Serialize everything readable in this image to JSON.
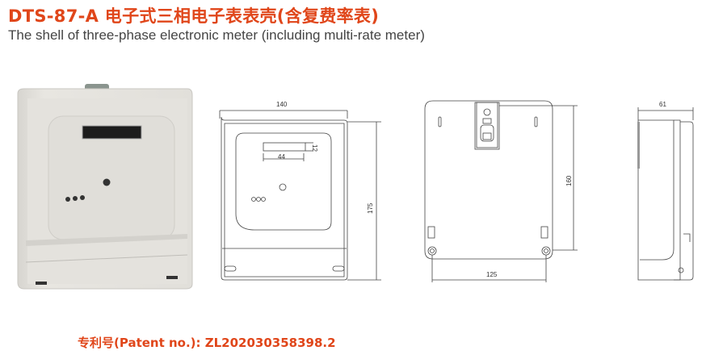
{
  "header": {
    "title": "DTS-87-A 电子式三相电子表表壳(含复费率表)",
    "subtitle": "The shell of three-phase electronic meter (including multi-rate meter)"
  },
  "figures": {
    "front_view": {
      "width_label": "140",
      "height_label": "175",
      "window_width_label": "44",
      "window_height_label": "12"
    },
    "back_view": {
      "height_label": "160",
      "hole_spacing_label": "125"
    },
    "side_view": {
      "depth_label": "61"
    }
  },
  "footer": {
    "patent": "专利号(Patent no.): ZL202030358398.2"
  },
  "colors": {
    "accent": "#e0461a",
    "subtitle": "#444444",
    "meter_body": "#e6e4df"
  }
}
